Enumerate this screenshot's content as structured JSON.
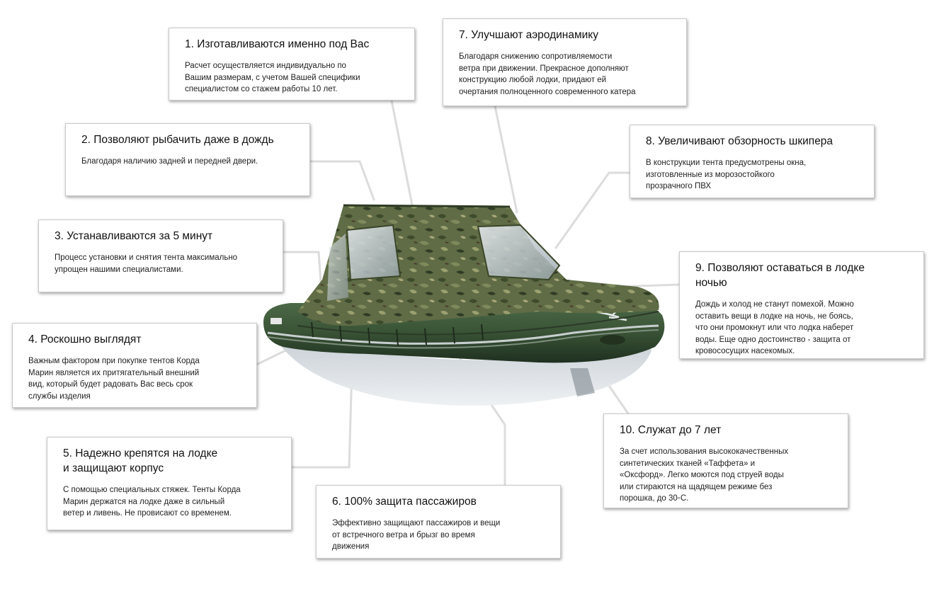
{
  "callouts": [
    {
      "title": "1. Изготавливаются именно под Вас",
      "text": "Расчет осуществляется  индивидуально по\nВашим размерам, с  учетом Вашей специфики\nспециалистом со стажем работы 10 лет."
    },
    {
      "title": "2. Позволяют рыбачить даже в дождь",
      "text": "Благодаря наличию задней и передней  двери."
    },
    {
      "title": "3. Устанавливаются за 5 минут",
      "text": "Процесс установки и снятия тента максимально\nупрощен нашими специалистами."
    },
    {
      "title": "4. Роскошно выглядят",
      "text": "Важным фактором при покупке тентов Корда\nМарин является их притягательный внешний\nвид, который будет радовать Вас весь срок\nслужбы изделия"
    },
    {
      "title": "5. Надежно крепятся на лодке\nи защищают корпус",
      "text": "С помощью специальных стяжек. Тенты Корда\nМарин держатся на лодке даже в сильный\nветер и ливень. Не провисают со временем."
    },
    {
      "title": "6. 100% защита пассажиров",
      "text": "Эффективно защищают пассажиров и вещи\nот встречного ветра и брызг во время\nдвижения"
    },
    {
      "title": "7. Улучшают аэродинамику",
      "text": "Благодаря снижению сопротивляемости\nветра при движении. Прекрасное дополняют\nконструкцию любой лодки, придают ей\nочертания полноценного современного катера"
    },
    {
      "title": "8. Увеличивают обзорность шкипера",
      "text": "В конструкции тента предусмотрены окна,\nизготовленные из морозостойкого\nпрозрачного ПВХ"
    },
    {
      "title": "9. Позволяют оставаться в лодке\nночью",
      "text": "Дождь и холод не станут помехой. Можно\nоставить вещи в лодке на ночь, не боясь,\nчто они промокнут или что лодка наберет\nводы. Еще одно достоинство -  защита от\nкровососущих насекомых."
    },
    {
      "title": "10. Служат до 7 лет",
      "text": "За счет использования высококачественных\nсинтетических  тканей «Таффета» и\n«Оксфорд». Легко моются под струей воды\nили стираются на щадящем режиме без\nпорошка, до 30◦С."
    }
  ],
  "colors": {
    "hull": "#3f5a3c",
    "hull_dark": "#253826",
    "camo_base": "#5d6a44",
    "leader": "#e6e6e6"
  }
}
